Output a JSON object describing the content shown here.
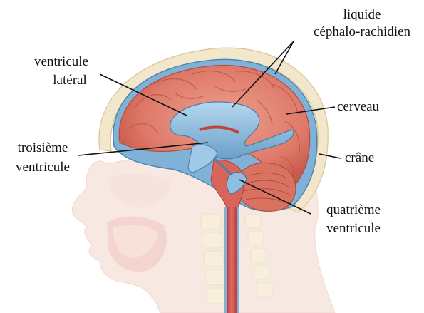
{
  "labels": {
    "lcr_line1": "liquide",
    "lcr_line2": "céphalo-rachidien",
    "lateral_line1": "ventricule",
    "lateral_line2": "latéral",
    "cerveau": "cerveau",
    "third_line1": "troisième",
    "third_line2": "ventricule",
    "crane": "crâne",
    "fourth_line1": "quatrième",
    "fourth_line2": "ventricule"
  },
  "colors": {
    "background": "#ffffff",
    "skin": "#f6dcd2",
    "skull": "#f2e8cf",
    "csf": "#6fa6cf",
    "brain": "#df7a6a",
    "brain_dark": "#c85a4c",
    "cerebellum": "#d86f5e",
    "spinal_cord": "#d9534f",
    "ventricle": "#8fbfe0",
    "label_text": "#111111",
    "leader_line": "#111111"
  }
}
